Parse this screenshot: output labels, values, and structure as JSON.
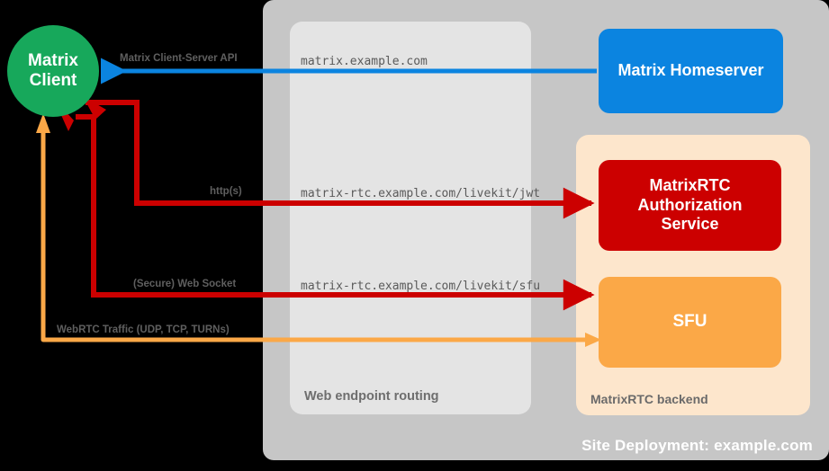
{
  "diagram": {
    "title": "MatrixRTC deployment architecture",
    "site_deployment": {
      "label": "Site Deployment: example.com",
      "color": "#c6c6c6"
    },
    "web_routing": {
      "label": "Web endpoint routing",
      "color": "#e4e4e4"
    },
    "rtc_backend": {
      "label": "MatrixRTC backend",
      "color": "#fde6cc"
    },
    "nodes": {
      "client": {
        "line1": "Matrix",
        "line2": "Client",
        "color": "#17a85b"
      },
      "homeserver": {
        "label": "Matrix Homeserver",
        "color": "#0b84e0"
      },
      "auth_service": {
        "line1": "MatrixRTC",
        "line2": "Authorization",
        "line3": "Service",
        "color": "#cc0000"
      },
      "sfu": {
        "label": "SFU",
        "color": "#fba847"
      }
    },
    "edges": [
      {
        "protocol": "Matrix Client-Server API",
        "endpoint": "matrix.example.com",
        "color": "#0b84e0"
      },
      {
        "protocol": "http(s)",
        "endpoint": "matrix-rtc.example.com/livekit/jwt",
        "color": "#e30000"
      },
      {
        "protocol": "(Secure) Web Socket",
        "endpoint": "matrix-rtc.example.com/livekit/sfu",
        "color": "#e30000"
      },
      {
        "protocol": "WebRTC Traffic (UDP, TCP, TURNs)",
        "endpoint": "",
        "color": "#fba847"
      }
    ]
  }
}
